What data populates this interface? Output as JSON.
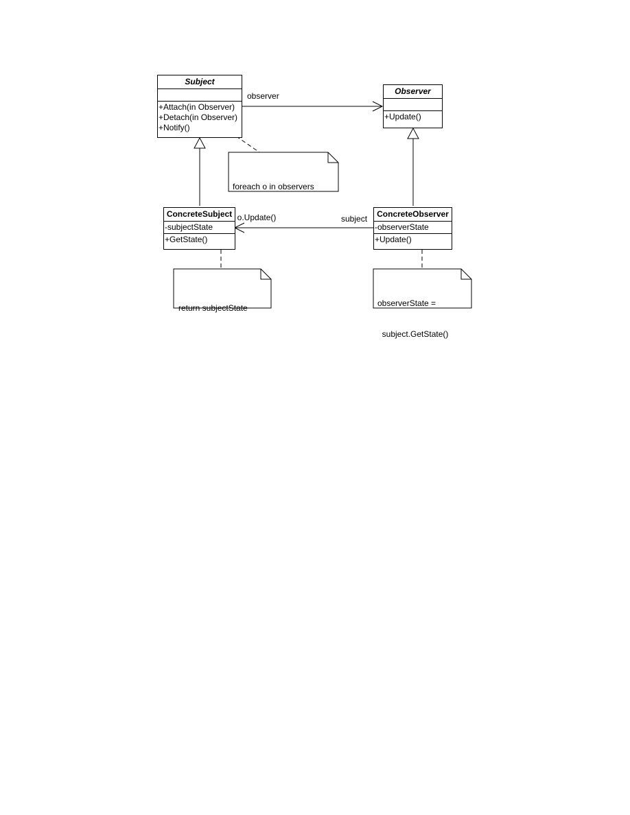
{
  "classes": {
    "subject": {
      "name": "Subject",
      "attributes": [],
      "operations": [
        "+Attach(in Observer)",
        "+Detach(in Observer)",
        "+Notify()"
      ]
    },
    "observer": {
      "name": "Observer",
      "attributes": [],
      "operations": [
        "+Update()"
      ]
    },
    "concrete_subject": {
      "name": "ConcreteSubject",
      "attributes": [
        "-subjectState"
      ],
      "operations": [
        "+GetState()"
      ]
    },
    "concrete_observer": {
      "name": "ConcreteObserver",
      "attributes": [
        "-observerState"
      ],
      "operations": [
        "+Update()"
      ]
    }
  },
  "notes": {
    "notify_note": [
      "foreach o in observers",
      "  o.Update()"
    ],
    "get_state_note": [
      "return subjectState"
    ],
    "update_note": [
      "observerState =",
      "  subject.GetState()"
    ]
  },
  "associations": {
    "observer_label": "observer",
    "subject_label": "subject"
  }
}
